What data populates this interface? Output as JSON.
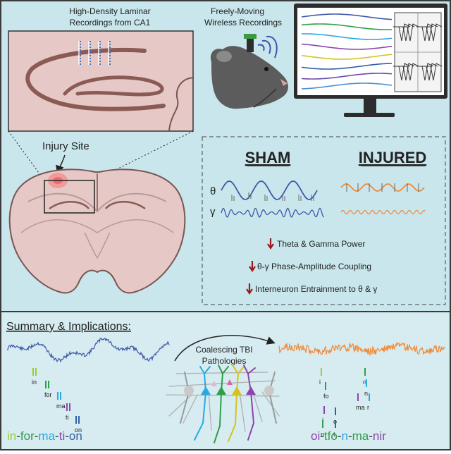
{
  "colors": {
    "top_background": "#c8e6ec",
    "bottom_background": "#d6ecf0",
    "border": "#3a3a3a",
    "brain_tissue": "#e6c9c6",
    "brain_outline": "#7a5553",
    "hippocampus_layer": "#8a5a54",
    "sham_blue": "#3f57a8",
    "injured_orange": "#f08a3a",
    "decrease_arrow": "#9b1b1b",
    "monitor": "#2c2c2c"
  },
  "panels": {
    "laminar_title_1": "High-Density Laminar",
    "laminar_title_2": "Recordings from CA1",
    "wireless_title_1": "Freely-Moving",
    "wireless_title_2": "Wireless Recordings",
    "injury_site_label": "Injury Site"
  },
  "comparison": {
    "sham_label": "SHAM",
    "injured_label": "INJURED",
    "theta_symbol": "θ",
    "gamma_symbol": "γ",
    "findings": [
      "Theta & Gamma Power",
      "θ-γ Phase-Amplitude Coupling",
      "Interneuron Entrainment to θ & γ"
    ]
  },
  "summary": {
    "heading": "Summary & Implications:",
    "arrow_label_1": "Coalescing TBI",
    "arrow_label_2": "Pathologies",
    "left_syllables": [
      "in",
      "for",
      "ma",
      "ti",
      "on"
    ],
    "left_word_parts": [
      "in",
      "-",
      "for",
      "-",
      "ma",
      "-",
      "ti",
      "-",
      "on"
    ],
    "right_letters": [
      "i",
      "n",
      "fo",
      "n",
      "r",
      "ma",
      "i",
      "o",
      "t",
      "n"
    ],
    "right_word_parts": [
      "oi",
      "-",
      "tfo",
      "-",
      "n",
      "-",
      "ma",
      "-",
      "nir"
    ],
    "syllable_colors": [
      "#9acd32",
      "#2e9e4a",
      "#29a9e0",
      "#8e44ad",
      "#2e5fa8"
    ]
  }
}
